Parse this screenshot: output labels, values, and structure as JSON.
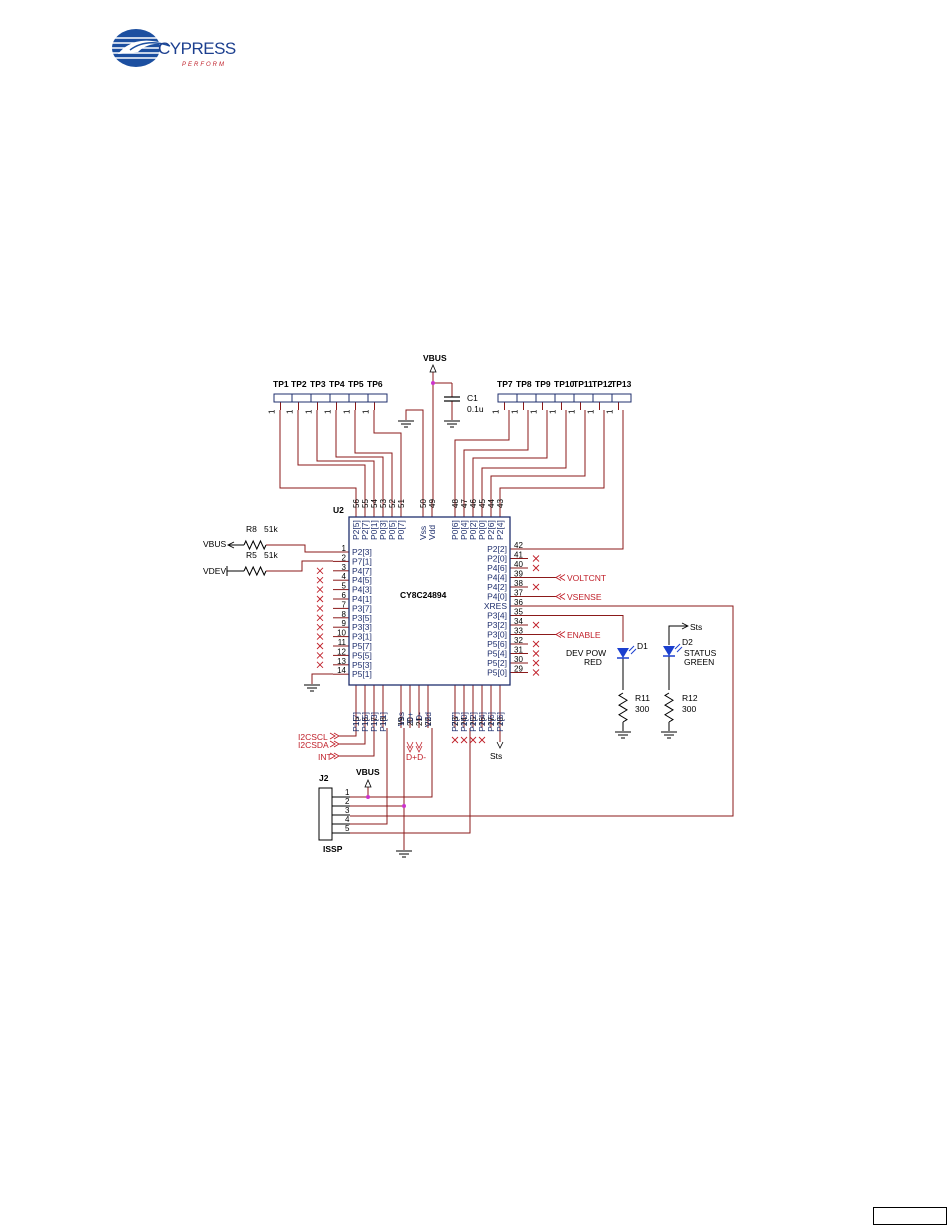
{
  "logo": {
    "brand": "CYPRESS",
    "tagline": "PERFORM",
    "colors": {
      "globe": "#1c4fa0",
      "wordmark": "#1c3f8f",
      "tagline": "#c0202a"
    }
  },
  "colors": {
    "wire": "#8b1a1a",
    "net_label": "#c0202a",
    "led": "#1a3fcf",
    "node": "#cc33cc",
    "ic_outline": "#1f2f6e"
  },
  "schematic": {
    "vbus_top": "VBUS",
    "c1": {
      "ref": "C1",
      "value": "0.1u"
    },
    "test_points": [
      "TP1",
      "TP2",
      "TP3",
      "TP4",
      "TP5",
      "TP6",
      "TP7",
      "TP8",
      "TP9",
      "TP10",
      "TP11",
      "TP12",
      "TP13"
    ],
    "tp_pin": "1",
    "u2": {
      "ref": "U2",
      "part": "CY8C24894",
      "top_pins": [
        {
          "num": "56",
          "name": "P2[5]"
        },
        {
          "num": "55",
          "name": "P2[7]"
        },
        {
          "num": "54",
          "name": "P0[1]"
        },
        {
          "num": "53",
          "name": "P0[3]"
        },
        {
          "num": "52",
          "name": "P0[5]"
        },
        {
          "num": "51",
          "name": "P0[7]"
        },
        {
          "num": "50",
          "name": "Vss"
        },
        {
          "num": "49",
          "name": "Vdd"
        },
        {
          "num": "48",
          "name": "P0[6]"
        },
        {
          "num": "47",
          "name": "P0[4]"
        },
        {
          "num": "46",
          "name": "P0[2]"
        },
        {
          "num": "45",
          "name": "P0[0]"
        },
        {
          "num": "44",
          "name": "P2[6]"
        },
        {
          "num": "43",
          "name": "P2[4]"
        }
      ],
      "left_pins": [
        {
          "num": "1",
          "name": "P2[3]"
        },
        {
          "num": "2",
          "name": "P7[1]"
        },
        {
          "num": "3",
          "name": "P4[7]"
        },
        {
          "num": "4",
          "name": "P4[5]"
        },
        {
          "num": "5",
          "name": "P4[3]"
        },
        {
          "num": "6",
          "name": "P4[1]"
        },
        {
          "num": "7",
          "name": "P3[7]"
        },
        {
          "num": "8",
          "name": "P3[5]"
        },
        {
          "num": "9",
          "name": "P3[3]"
        },
        {
          "num": "10",
          "name": "P3[1]"
        },
        {
          "num": "11",
          "name": "P5[7]"
        },
        {
          "num": "12",
          "name": "P5[5]"
        },
        {
          "num": "13",
          "name": "P5[3]"
        },
        {
          "num": "14",
          "name": "P5[1]"
        }
      ],
      "right_pins": [
        {
          "num": "42",
          "name": "P2[2]"
        },
        {
          "num": "41",
          "name": "P2[0]"
        },
        {
          "num": "40",
          "name": "P4[6]"
        },
        {
          "num": "39",
          "name": "P4[4]"
        },
        {
          "num": "38",
          "name": "P4[2]"
        },
        {
          "num": "37",
          "name": "P4[0]"
        },
        {
          "num": "36",
          "name": "XRES"
        },
        {
          "num": "35",
          "name": "P3[4]"
        },
        {
          "num": "34",
          "name": "P3[2]"
        },
        {
          "num": "33",
          "name": "P3[0]"
        },
        {
          "num": "32",
          "name": "P5[6]"
        },
        {
          "num": "31",
          "name": "P5[4]"
        },
        {
          "num": "30",
          "name": "P5[2]"
        },
        {
          "num": "29",
          "name": "P5[0]"
        }
      ],
      "bottom_pins": [
        {
          "num": "15",
          "name": "P1[7]"
        },
        {
          "num": "16",
          "name": "P1[5]"
        },
        {
          "num": "17",
          "name": "P1[3]"
        },
        {
          "num": "18",
          "name": "P1[1]"
        },
        {
          "num": "19",
          "name": "Vss"
        },
        {
          "num": "20",
          "name": "D+"
        },
        {
          "num": "21",
          "name": "D-"
        },
        {
          "num": "22",
          "name": "Vdd"
        },
        {
          "num": "23",
          "name": "P7[7]"
        },
        {
          "num": "24",
          "name": "P1[0]"
        },
        {
          "num": "25",
          "name": "P1[2]"
        },
        {
          "num": "26",
          "name": "P1[4]"
        },
        {
          "num": "27",
          "name": "P1[6]"
        },
        {
          "num": "28",
          "name": "P1[6]"
        }
      ]
    },
    "r8": {
      "ref": "R8",
      "value": "51k",
      "net": "VBUS"
    },
    "r5": {
      "ref": "R5",
      "value": "51k",
      "net": "VDEV"
    },
    "net_labels": {
      "voltcnt": "VOLTCNT",
      "vsense": "VSENSE",
      "enable": "ENABLE",
      "i2cscl": "I2CSCL",
      "i2csda": "I2CSDA",
      "int": "INT",
      "dplus_dminus": "D+D-"
    },
    "d1": {
      "ref": "D1",
      "name": "DEV POW",
      "color": "RED"
    },
    "d2": {
      "ref": "D2",
      "name": "STATUS",
      "color": "GREEN",
      "net": "Sts"
    },
    "r11": {
      "ref": "R11",
      "value": "300"
    },
    "r12": {
      "ref": "R12",
      "value": "300"
    },
    "sts_bottom": "Sts",
    "j2": {
      "ref": "J2",
      "name": "ISSP",
      "vbus": "VBUS",
      "pins": [
        "1",
        "2",
        "3",
        "4",
        "5"
      ]
    }
  }
}
